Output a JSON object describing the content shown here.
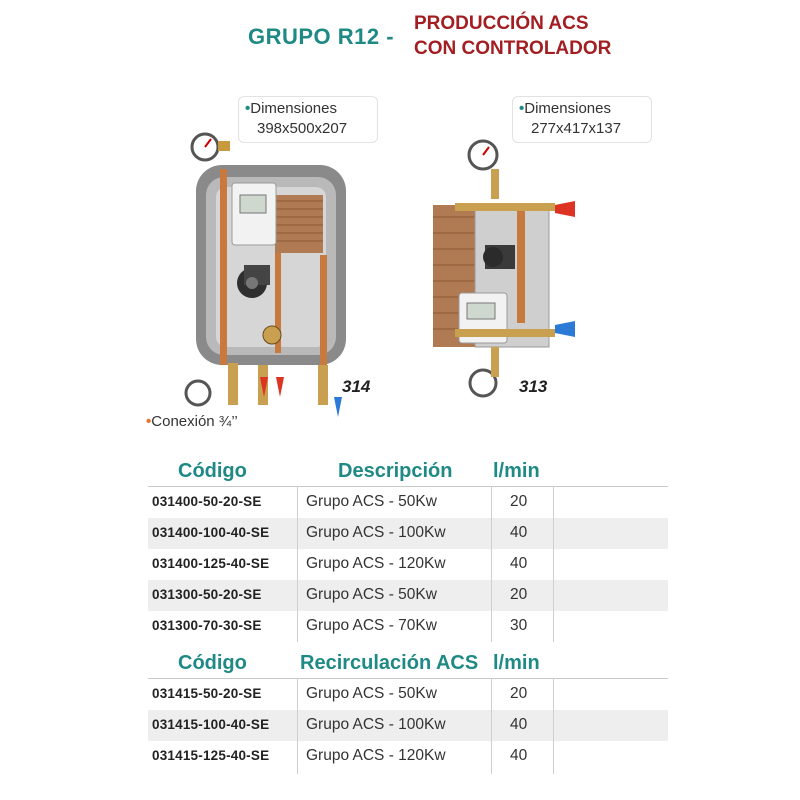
{
  "header": {
    "group": "GRUPO R12 -",
    "production_line1": "PRODUCCIÓN ACS",
    "production_line2": "CON CONTROLADOR"
  },
  "products": [
    {
      "model": "314",
      "dimensions_label": "Dimensiones",
      "dimensions_value": "398x500x207"
    },
    {
      "model": "313",
      "dimensions_label": "Dimensiones",
      "dimensions_value": "277x417x137"
    }
  ],
  "connection_note": "Conexión ¾’’",
  "colors": {
    "teal": "#1f8a85",
    "red": "#a31e22",
    "orange": "#e8732a"
  },
  "table1": {
    "headers": [
      "Código",
      "Descripción",
      "l/min"
    ],
    "rows": [
      {
        "code": "031400-50-20-SE",
        "desc": "Grupo ACS - 50Kw",
        "lmin": "20"
      },
      {
        "code": "031400-100-40-SE",
        "desc": "Grupo ACS - 100Kw",
        "lmin": "40"
      },
      {
        "code": "031400-125-40-SE",
        "desc": "Grupo ACS - 120Kw",
        "lmin": "40"
      },
      {
        "code": "031300-50-20-SE",
        "desc": "Grupo ACS - 50Kw",
        "lmin": "20"
      },
      {
        "code": "031300-70-30-SE",
        "desc": "Grupo ACS - 70Kw",
        "lmin": "30"
      }
    ]
  },
  "table2": {
    "headers": [
      "Código",
      "Recirculación ACS",
      "l/min"
    ],
    "rows": [
      {
        "code": "031415-50-20-SE",
        "desc": "Grupo ACS - 50Kw",
        "lmin": "20"
      },
      {
        "code": "031415-100-40-SE",
        "desc": "Grupo ACS - 100Kw",
        "lmin": "40"
      },
      {
        "code": "031415-125-40-SE",
        "desc": "Grupo ACS - 120Kw",
        "lmin": "40"
      }
    ]
  }
}
